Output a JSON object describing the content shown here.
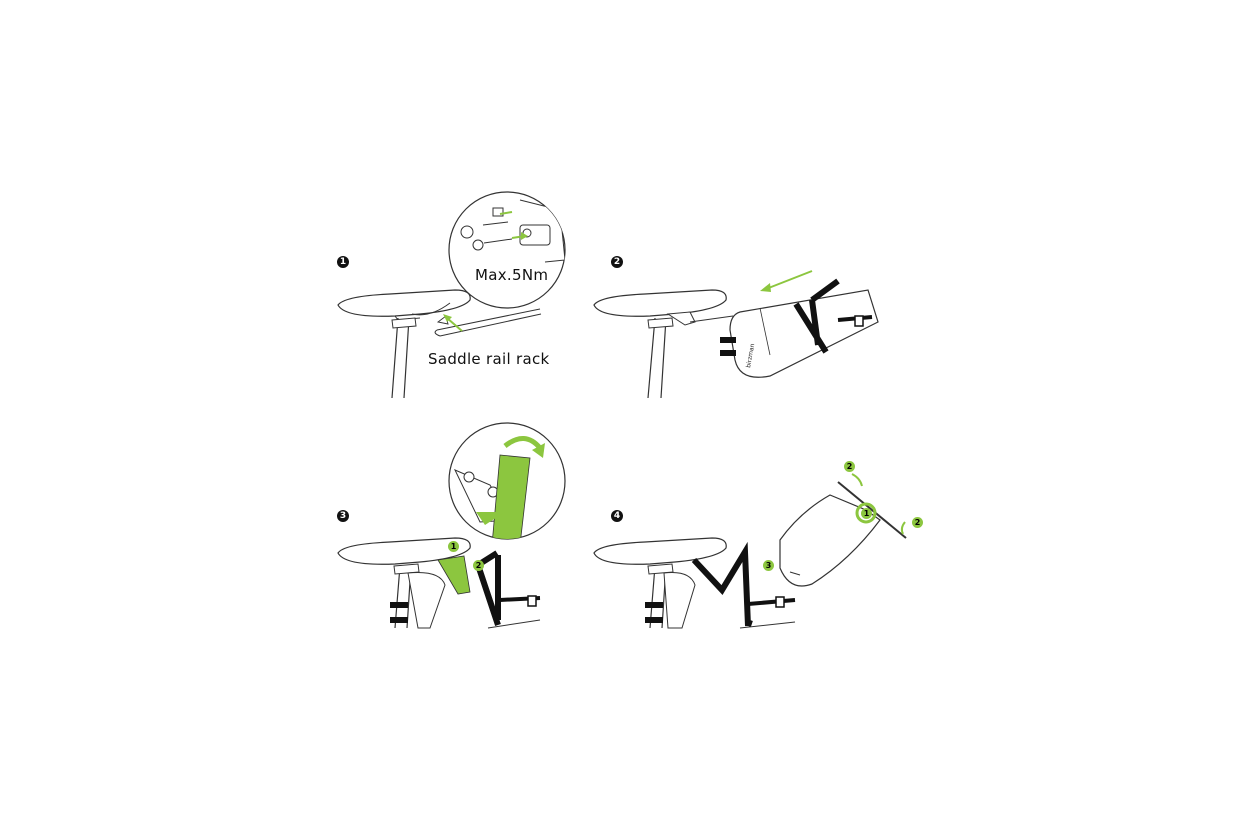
{
  "panels": [
    {
      "step": "1",
      "labels": {
        "torque": "Max.5Nm",
        "part": "Saddle rail rack"
      }
    },
    {
      "step": "2"
    },
    {
      "step": "3",
      "sub_steps": [
        "1",
        "2"
      ]
    },
    {
      "step": "4",
      "sub_steps": [
        "1",
        "2",
        "2",
        "3"
      ]
    }
  ],
  "brand_text": "birzman",
  "colors": {
    "accent": "#8cc63f",
    "line": "#222222",
    "strap": "#111111"
  }
}
